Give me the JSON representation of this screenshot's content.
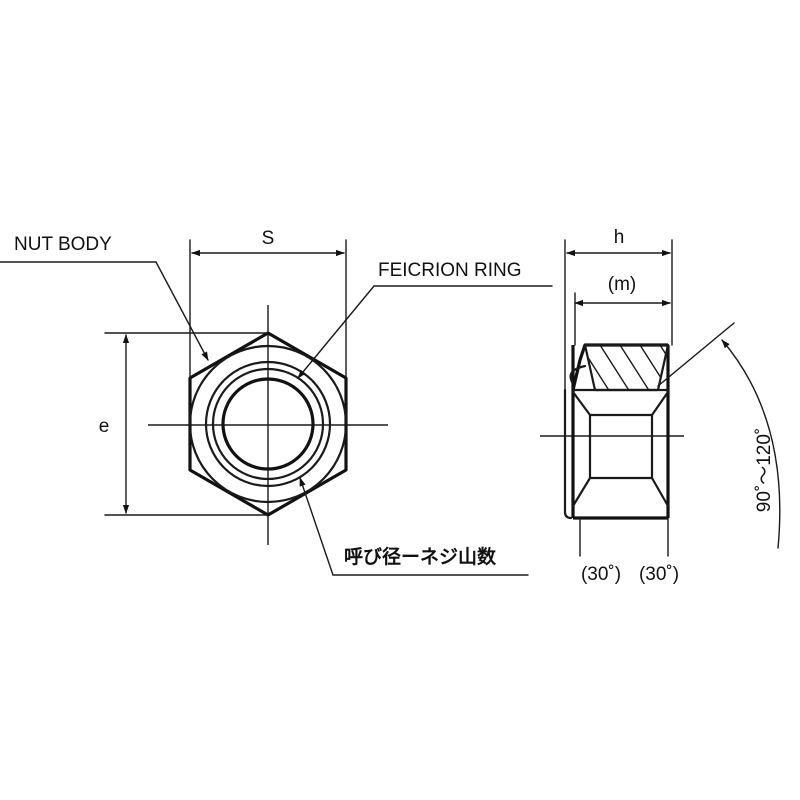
{
  "labels": {
    "nut_body": "NUT BODY",
    "ring": "FEICRION RING",
    "width_across_flats": "S",
    "width_across_corners": "e",
    "height": "h",
    "thread_height": "(m)",
    "spec_note": "呼び径ーネジ山数",
    "chamfer_left": "(30˚)",
    "chamfer_right": "(30˚)",
    "angle": "90˚～120˚"
  },
  "colors": {
    "line": "#1a1a1a",
    "background": "#ffffff"
  }
}
